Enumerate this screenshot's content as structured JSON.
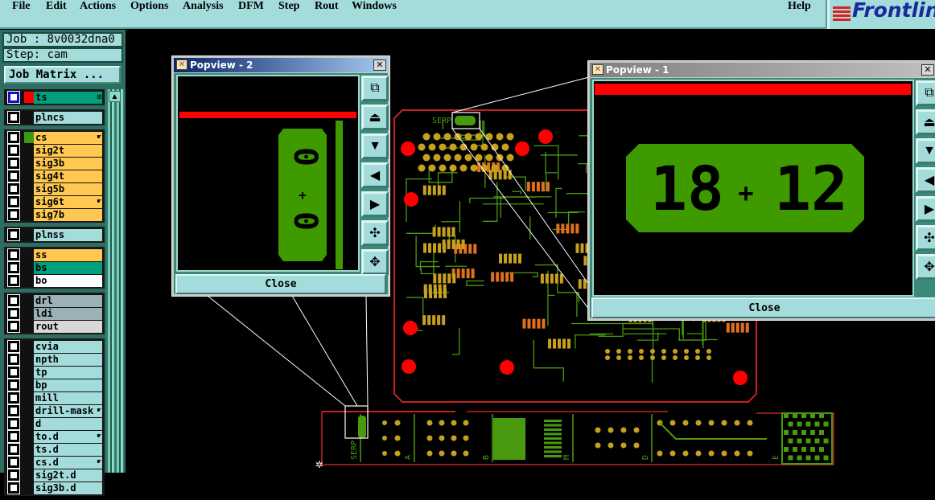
{
  "menubar": {
    "items": [
      "File",
      "Edit",
      "Actions",
      "Options",
      "Analysis",
      "DFM",
      "Step",
      "Rout",
      "Windows"
    ],
    "help": "Help"
  },
  "logo": {
    "text": "Frontline"
  },
  "job": {
    "label": "Job : 8v0032dna0",
    "step": "Step: cam",
    "matrix_button": "Job Matrix ..."
  },
  "layers": {
    "groups": [
      [
        {
          "name": "ts",
          "color": "#00a07e",
          "swatch": "#ff0000",
          "active": true
        }
      ],
      [
        {
          "name": "plncs",
          "color": "#a4dcdc"
        }
      ],
      [
        {
          "name": "cs",
          "color": "#ffc850",
          "swatch": "#3a9a10",
          "hand": true
        },
        {
          "name": "sig2t",
          "color": "#ffc850"
        },
        {
          "name": "sig3b",
          "color": "#ffc850"
        },
        {
          "name": "sig4t",
          "color": "#ffc850"
        },
        {
          "name": "sig5b",
          "color": "#ffc850"
        },
        {
          "name": "sig6t",
          "color": "#ffc850",
          "hand": true
        },
        {
          "name": "sig7b",
          "color": "#ffc850"
        }
      ],
      [
        {
          "name": "plnss",
          "color": "#a4dcdc"
        }
      ],
      [
        {
          "name": "ss",
          "color": "#ffc850"
        },
        {
          "name": "bs",
          "color": "#00a07e"
        },
        {
          "name": "bo",
          "color": "#ffffff"
        }
      ],
      [
        {
          "name": "drl",
          "color": "#9cb0b8"
        },
        {
          "name": "ldi",
          "color": "#9cb0b8"
        },
        {
          "name": "rout",
          "color": "#d8d8d8"
        }
      ],
      [
        {
          "name": "cvia",
          "color": "#a4dcdc"
        },
        {
          "name": "npth",
          "color": "#a4dcdc"
        },
        {
          "name": "tp",
          "color": "#a4dcdc"
        },
        {
          "name": "bp",
          "color": "#a4dcdc"
        },
        {
          "name": "mill",
          "color": "#a4dcdc"
        },
        {
          "name": "drill-mask",
          "color": "#a4dcdc",
          "hand": true
        },
        {
          "name": "d",
          "color": "#a4dcdc"
        },
        {
          "name": "to.d",
          "color": "#a4dcdc",
          "hand": true
        },
        {
          "name": "ts.d",
          "color": "#a4dcdc"
        },
        {
          "name": "cs.d",
          "color": "#a4dcdc",
          "hand": true
        },
        {
          "name": "sig2t.d",
          "color": "#a4dcdc"
        },
        {
          "name": "sig3b.d",
          "color": "#a4dcdc"
        }
      ]
    ]
  },
  "popview2": {
    "title": "Popview - 2",
    "close": "Close",
    "digits_top": "0",
    "digits_bottom": "0"
  },
  "popview1": {
    "title": "Popview - 1",
    "close": "Close",
    "digits_left": "18",
    "plus": "+",
    "digits_right": "12"
  },
  "popview_buttons": [
    "zoom-home-icon",
    "pan-up-icon",
    "pan-down-icon",
    "pan-left-icon",
    "pan-right-icon",
    "zoom-in-icon",
    "zoom-out-icon"
  ],
  "board": {
    "serp_label": "SERP",
    "coupon_labels": [
      "SERP",
      "A",
      "B",
      "M",
      "D",
      "E"
    ]
  },
  "colors": {
    "copper": "#c8a020",
    "trace": "#4a9a10",
    "outline": "#c82020",
    "pad_red": "#ff0000"
  }
}
